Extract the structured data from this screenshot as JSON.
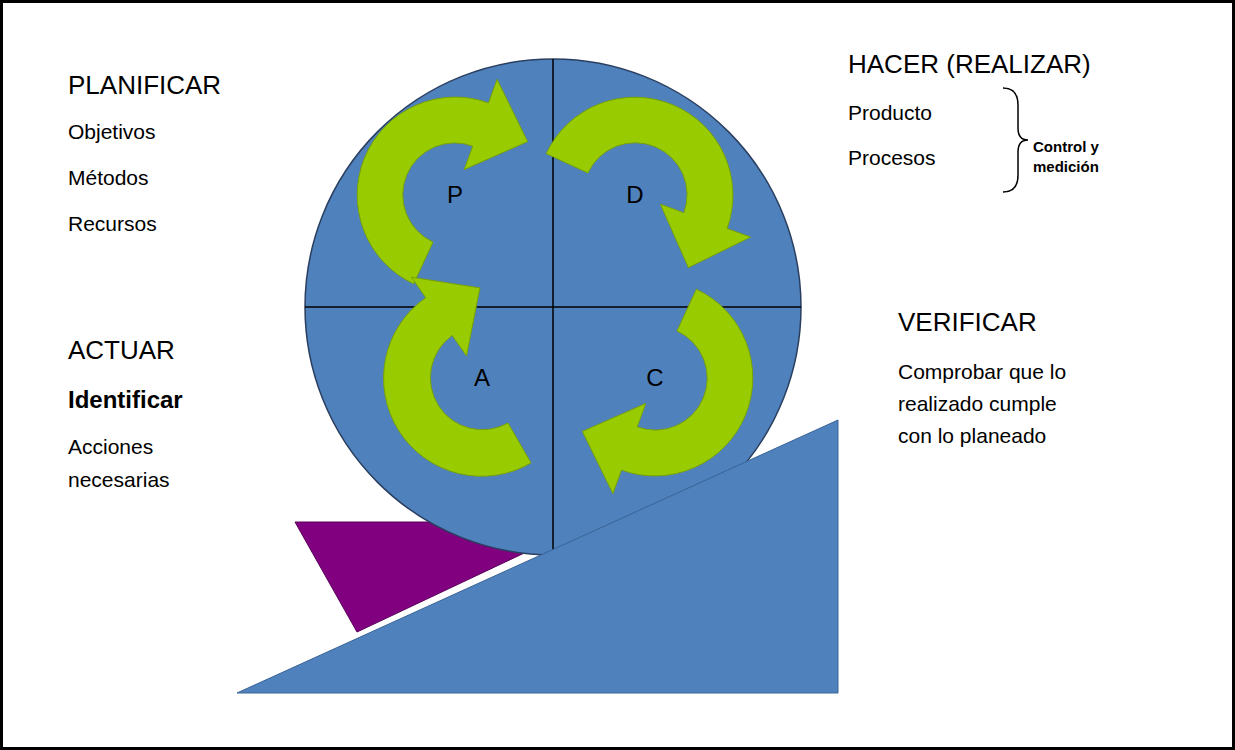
{
  "diagram": {
    "nodes": [
      {
        "text": [
          "P"
        ]
      },
      {
        "text": [
          "D"
        ]
      },
      {
        "text": [
          "A"
        ]
      },
      {
        "text": [
          "C"
        ]
      }
    ],
    "labels": [
      "PLANIFICAR",
      "Objetivos",
      "Métodos",
      "Recursos",
      "HACER (REALIZAR)",
      "Producto",
      "Procesos",
      "Control y medición",
      "VERIFICAR",
      "Comprobar que lo realizado cumple con lo planeado",
      "ACTUAR",
      "Identificar",
      "Acciones necesarias"
    ]
  }
}
